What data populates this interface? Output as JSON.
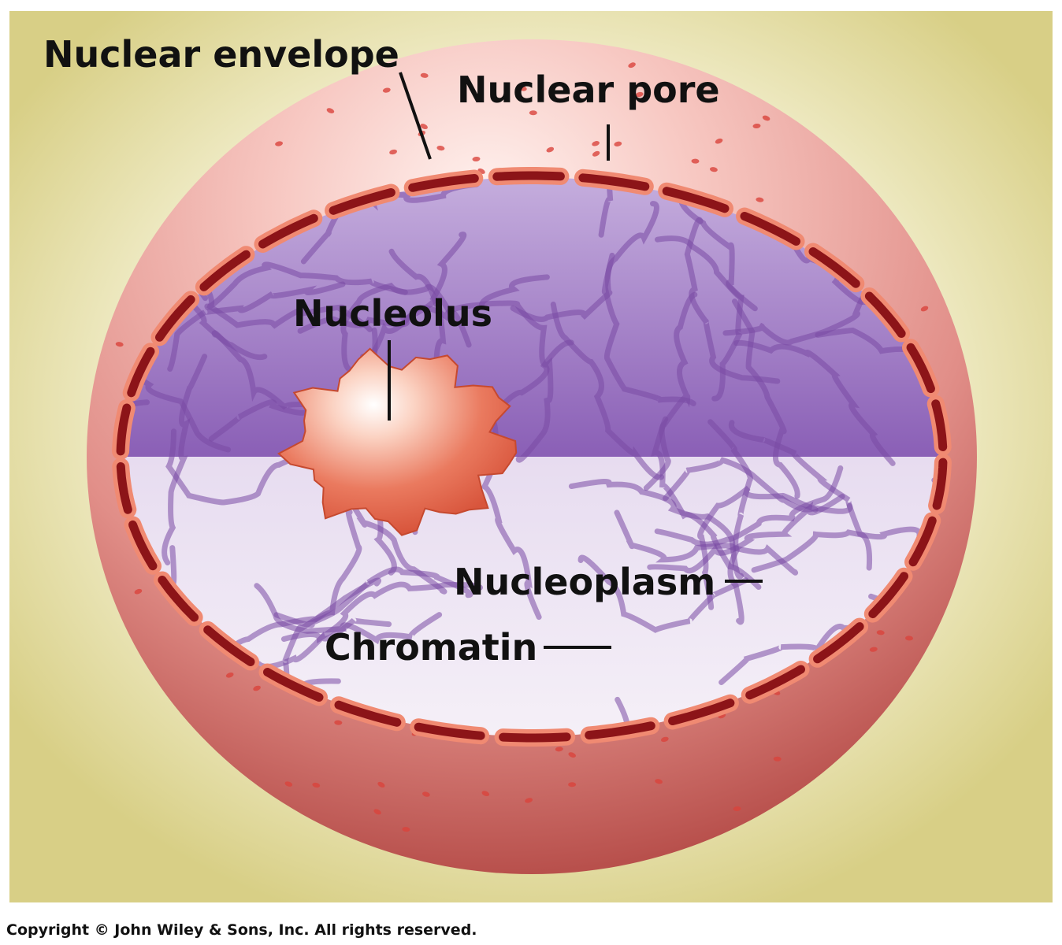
{
  "labels": {
    "nuclear_envelope": "Nuclear envelope",
    "nuclear_pore": "Nuclear pore",
    "nucleolus": "Nucleolus",
    "nucleoplasm": "Nucleoplasm",
    "chromatin": "Chromatin"
  },
  "copyright": "Copyright © John Wiley & Sons, Inc. All rights reserved.",
  "colors": {
    "background_inner": "#f6f3d8",
    "background_outer": "#d8cf86",
    "sphere_light": "#fbe2df",
    "sphere_mid": "#e89a94",
    "sphere_dark": "#b8504c",
    "envelope_outer": "#f08a72",
    "envelope_inner": "#8c1418",
    "nucleoplasm_top": "#8a5fb6",
    "nucleoplasm_bottom": "#efe6f3",
    "nucleolus_light": "#ffffff",
    "nucleolus_dark": "#e15f44"
  }
}
